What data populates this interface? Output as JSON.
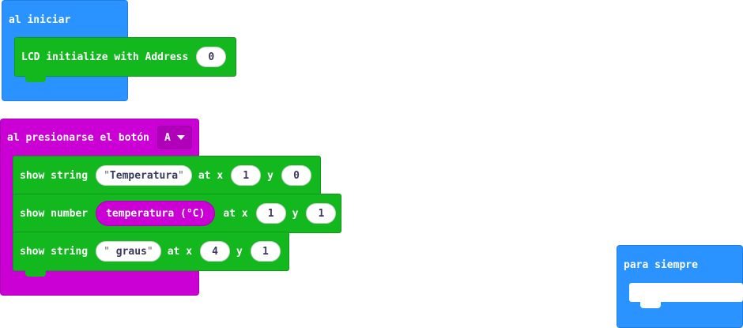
{
  "on_start": {
    "label": "al iniciar",
    "lcd_block": {
      "label": "LCD initialize with Address",
      "address": "0"
    }
  },
  "on_button": {
    "label": "al presionarse el botón",
    "button_value": "A",
    "rows": [
      {
        "label": "show string",
        "string_value": "Temperatura",
        "at_x_label": "at x",
        "x": "1",
        "y_label": "y",
        "y": "0"
      },
      {
        "label": "show number",
        "reporter": "temperatura (°C)",
        "at_x_label": "at x",
        "x": "1",
        "y_label": "y",
        "y": "1"
      },
      {
        "label": "show string",
        "string_value": " graus",
        "at_x_label": "at x",
        "x": "4",
        "y_label": "y",
        "y": "1"
      }
    ]
  },
  "forever": {
    "label": "para siempre"
  },
  "quote_char": "\"",
  "colors": {
    "basic_blue": "#2a93ff",
    "green": "#12b81e",
    "input_magenta": "#cb00d5"
  }
}
